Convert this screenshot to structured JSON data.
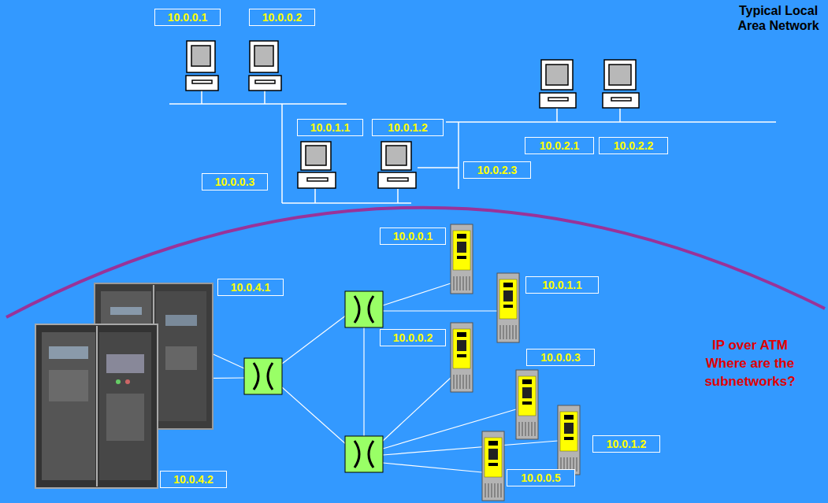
{
  "diagram": {
    "nodes": [
      {
        "text": [
          "10.0.0.1"
        ]
      },
      {
        "text": [
          "10.0.0.2"
        ]
      },
      {
        "text": [
          "10.0.1.1"
        ]
      },
      {
        "text": [
          "10.0.1.2"
        ]
      },
      {
        "text": [
          "10.0.2.1"
        ]
      },
      {
        "text": [
          "10.0.2.2"
        ]
      },
      {
        "text": [
          "10.0.2.3"
        ]
      },
      {
        "text": [
          "10.0.0.3"
        ]
      },
      {
        "text": [
          "10.0.0.1"
        ]
      },
      {
        "text": [
          "10.0.1.1"
        ]
      },
      {
        "text": [
          "10.0.4.1"
        ]
      },
      {
        "text": [
          "10.0.0.2"
        ]
      },
      {
        "text": [
          "10.0.0.3"
        ]
      },
      {
        "text": [
          "10.0.1.2"
        ]
      },
      {
        "text": [
          "10.0.0.5"
        ]
      },
      {
        "text": [
          "10.0.4.2"
        ]
      }
    ],
    "labels": [
      "Typical Local Area Network",
      "IP over ATM",
      "Where are the subnetworks?"
    ]
  }
}
